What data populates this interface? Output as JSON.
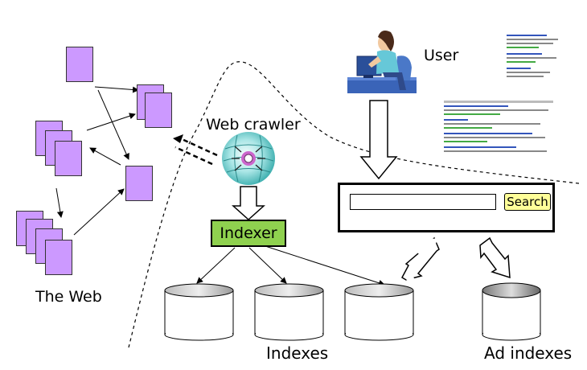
{
  "labels": {
    "web": "The Web",
    "crawler": "Web crawler",
    "user": "User",
    "indexer": "Indexer",
    "indexes": "Indexes",
    "ad_indexes": "Ad indexes"
  },
  "search": {
    "button_label": "Search",
    "input_value": ""
  },
  "colors": {
    "document_fill": "#cc99ff",
    "indexer_fill": "#8fd14f",
    "search_button_fill": "#ffff99",
    "crawler_globe": "#66cccc"
  },
  "icons": [
    "user-at-computer-icon",
    "crawler-globe-icon",
    "search-results-thumbnail"
  ]
}
